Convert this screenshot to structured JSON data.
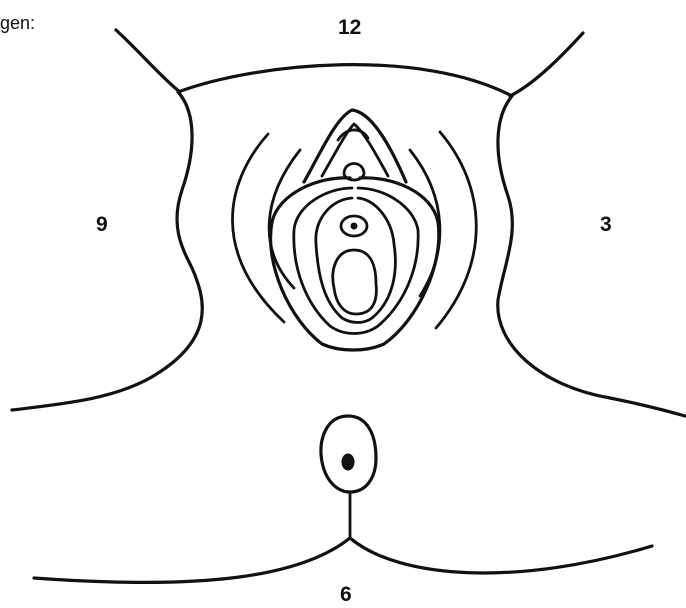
{
  "heading_fragment": "gen:",
  "clock_positions": {
    "top": "12",
    "right": "3",
    "bottom": "6",
    "left": "9"
  },
  "colors": {
    "line": "#111111",
    "background": "#ffffff"
  }
}
